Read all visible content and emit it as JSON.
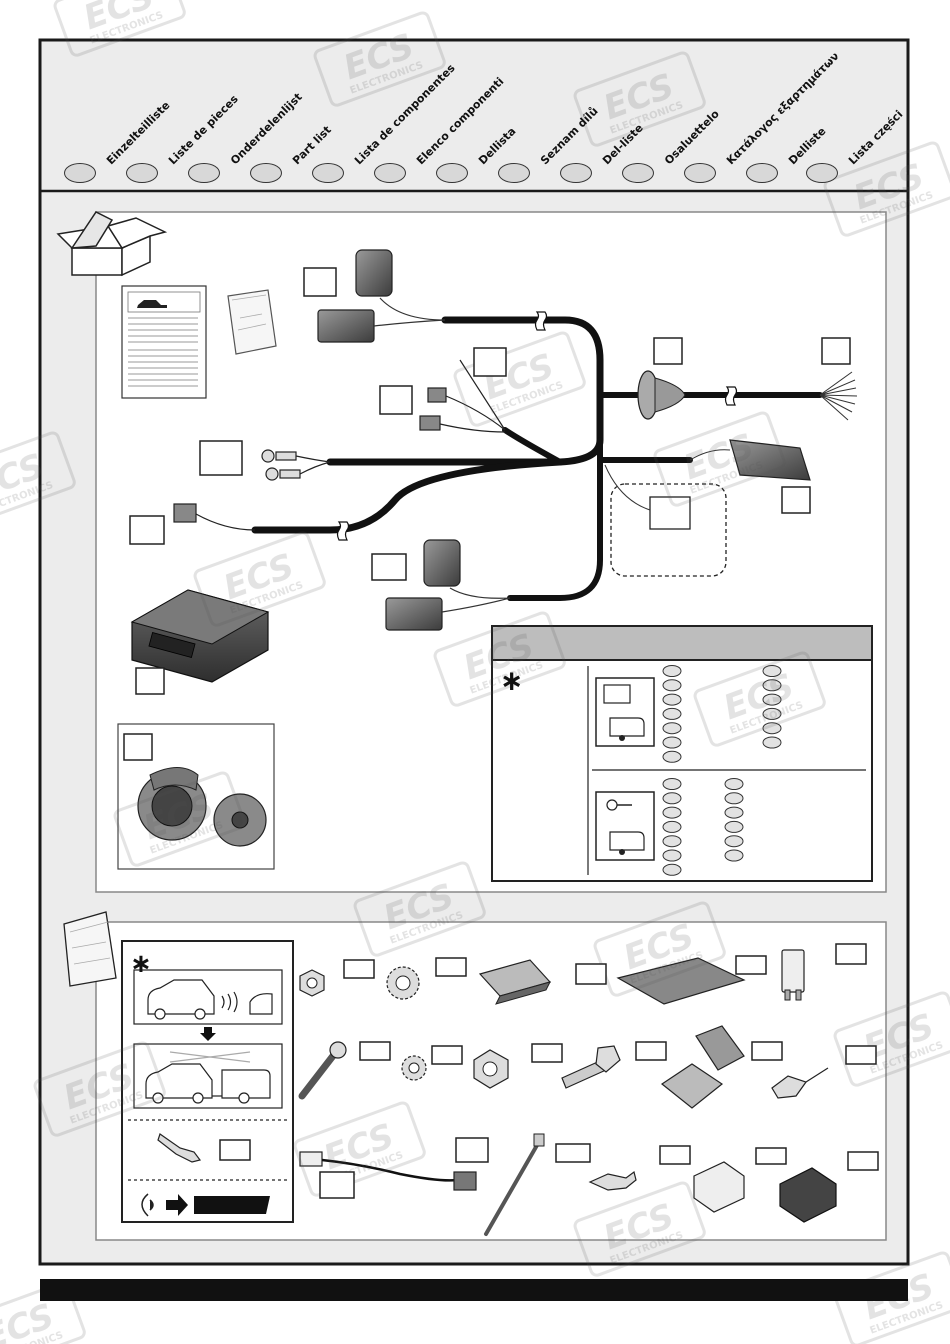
{
  "header": {
    "languages": [
      {
        "label": "Einzelteilliste"
      },
      {
        "label": "Liste de pieces"
      },
      {
        "label": "Onderdelenlijst"
      },
      {
        "label": "Part list"
      },
      {
        "label": "Lista de componentes"
      },
      {
        "label": "Elenco componenti"
      },
      {
        "label": "Dellista"
      },
      {
        "label": "Seznam dílů"
      },
      {
        "label": "Del-liste"
      },
      {
        "label": "Osaluettelo"
      },
      {
        "label": "Κατάλογος εξαρτημάτων"
      },
      {
        "label": "Delliste"
      },
      {
        "label": "Lista części"
      }
    ]
  },
  "watermark": {
    "brand": "ECS",
    "sub": "ELECTRONICS"
  },
  "asterisk": "∗",
  "colors": {
    "frame": "#1a1a1a",
    "panel": "#ececec",
    "cable": "#111111",
    "oval": "#d8d8d8"
  }
}
